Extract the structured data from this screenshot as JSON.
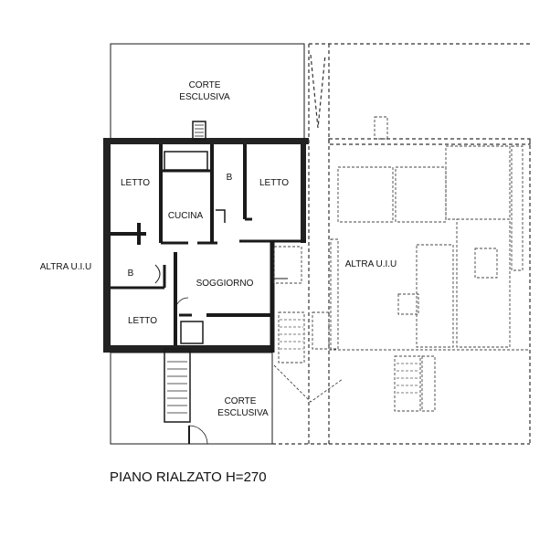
{
  "rooms": {
    "corte_top": [
      "CORTE",
      "ESCLUSIVA"
    ],
    "letto_1": "LETTO",
    "bagno_1": "B",
    "letto_2": "LETTO",
    "cucina": "CUCINA",
    "bagno_2": "B",
    "soggiorno": "SOGGIORNO",
    "letto_3": "LETTO",
    "corte_bottom": [
      "CORTE",
      "ESCLUSIVA"
    ],
    "altra_left": "ALTRA U.I.U",
    "altra_right": "ALTRA U.I.U"
  },
  "caption": "PIANO RIALZATO H=270"
}
